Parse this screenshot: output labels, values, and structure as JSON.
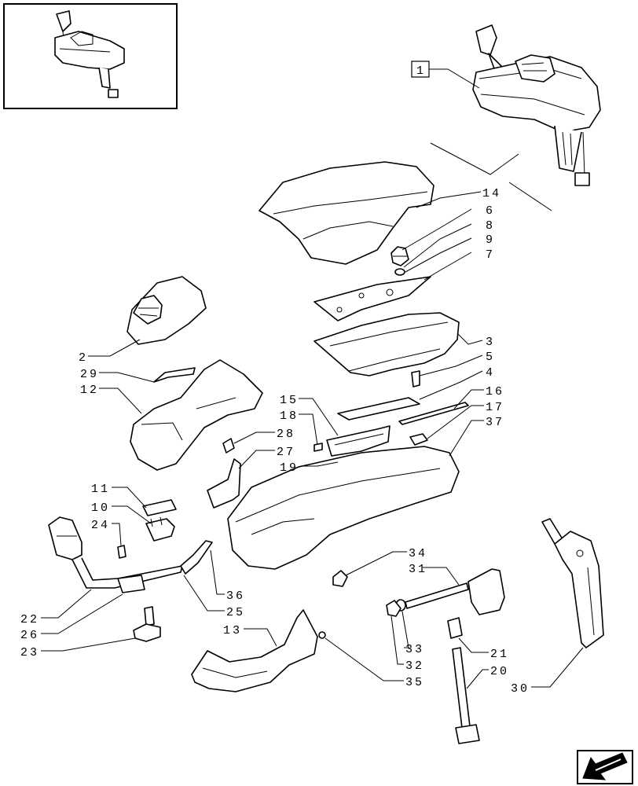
{
  "callouts": [
    {
      "id": "c1",
      "text": "1"
    },
    {
      "id": "c14",
      "text": "14"
    },
    {
      "id": "c6",
      "text": "6"
    },
    {
      "id": "c8",
      "text": "8"
    },
    {
      "id": "c9",
      "text": "9"
    },
    {
      "id": "c7",
      "text": "7"
    },
    {
      "id": "c3",
      "text": "3"
    },
    {
      "id": "c5",
      "text": "5"
    },
    {
      "id": "c4",
      "text": "4"
    },
    {
      "id": "c16",
      "text": "16"
    },
    {
      "id": "c17",
      "text": "17"
    },
    {
      "id": "c37",
      "text": "37"
    },
    {
      "id": "c2",
      "text": "2"
    },
    {
      "id": "c29",
      "text": "29"
    },
    {
      "id": "c12",
      "text": "12"
    },
    {
      "id": "c15",
      "text": "15"
    },
    {
      "id": "c18",
      "text": "18"
    },
    {
      "id": "c28",
      "text": "28"
    },
    {
      "id": "c27",
      "text": "27"
    },
    {
      "id": "c19",
      "text": "19"
    },
    {
      "id": "c11",
      "text": "11"
    },
    {
      "id": "c10",
      "text": "10"
    },
    {
      "id": "c24",
      "text": "24"
    },
    {
      "id": "c34",
      "text": "34"
    },
    {
      "id": "c31",
      "text": "31"
    },
    {
      "id": "c36",
      "text": "36"
    },
    {
      "id": "c25",
      "text": "25"
    },
    {
      "id": "c22",
      "text": "22"
    },
    {
      "id": "c26",
      "text": "26"
    },
    {
      "id": "c23",
      "text": "23"
    },
    {
      "id": "c13",
      "text": "13"
    },
    {
      "id": "c33",
      "text": "33"
    },
    {
      "id": "c21",
      "text": "21"
    },
    {
      "id": "c32",
      "text": "32"
    },
    {
      "id": "c20",
      "text": "20"
    },
    {
      "id": "c35",
      "text": "35"
    },
    {
      "id": "c30",
      "text": "30"
    }
  ],
  "icons": {
    "thumbnail": "armrest-assembly-thumbnail-icon",
    "navigation": "previous-page-arrow-icon"
  },
  "colors": {
    "ink": "#000000",
    "paper": "#ffffff"
  }
}
